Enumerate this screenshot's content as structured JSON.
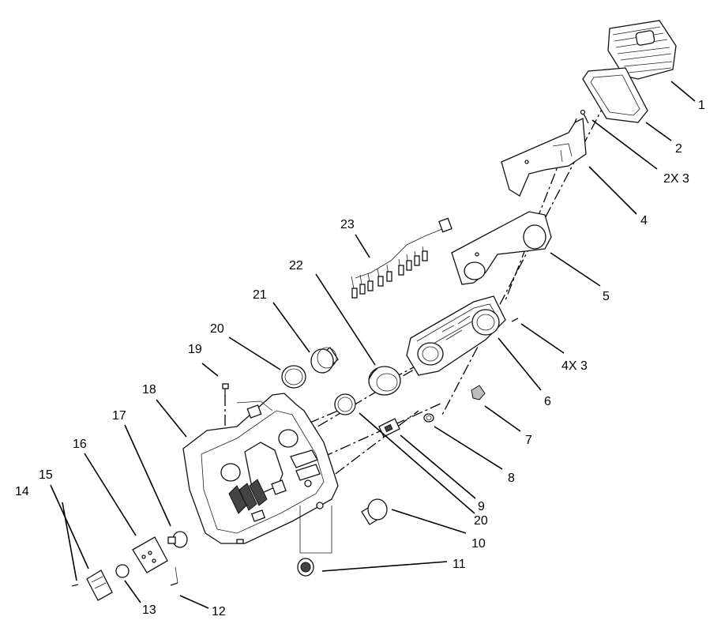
{
  "diagram": {
    "callouts": [
      {
        "id": "1",
        "label": "1"
      },
      {
        "id": "2",
        "label": "2"
      },
      {
        "id": "2x3",
        "label": "2X 3"
      },
      {
        "id": "4",
        "label": "4"
      },
      {
        "id": "5",
        "label": "5"
      },
      {
        "id": "4x3",
        "label": "4X 3"
      },
      {
        "id": "6",
        "label": "6"
      },
      {
        "id": "7",
        "label": "7"
      },
      {
        "id": "8",
        "label": "8"
      },
      {
        "id": "9",
        "label": "9"
      },
      {
        "id": "20b",
        "label": "20"
      },
      {
        "id": "10",
        "label": "10"
      },
      {
        "id": "11",
        "label": "11"
      },
      {
        "id": "12",
        "label": "12"
      },
      {
        "id": "13",
        "label": "13"
      },
      {
        "id": "14",
        "label": "14"
      },
      {
        "id": "15",
        "label": "15"
      },
      {
        "id": "16",
        "label": "16"
      },
      {
        "id": "17",
        "label": "17"
      },
      {
        "id": "18",
        "label": "18"
      },
      {
        "id": "19",
        "label": "19"
      },
      {
        "id": "20a",
        "label": "20"
      },
      {
        "id": "21",
        "label": "21"
      },
      {
        "id": "22",
        "label": "22"
      },
      {
        "id": "23",
        "label": "23"
      }
    ]
  }
}
